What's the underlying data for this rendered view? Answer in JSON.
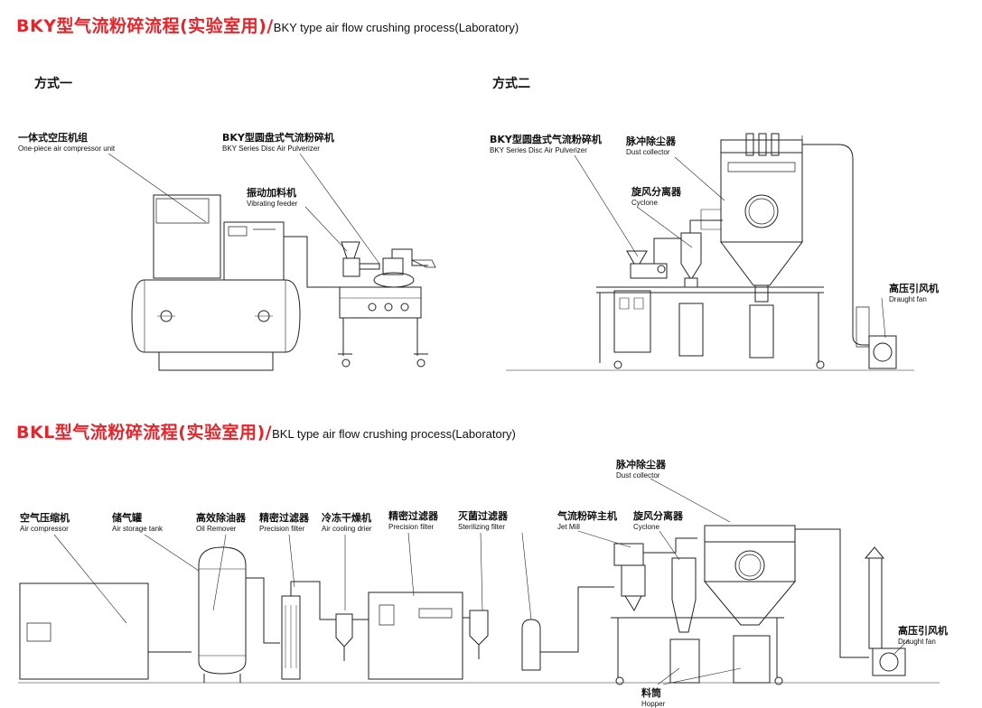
{
  "section1": {
    "title_zh": "BKY型气流粉碎流程(实验室用)/",
    "title_en": "BKY type air flow crushing process(Laboratory)",
    "method1": "方式一",
    "method2": "方式二",
    "m1_labels": [
      {
        "zh": "一体式空压机组",
        "en": "One-piece air compressor unit"
      },
      {
        "zh": "BKY型圆盘式气流粉碎机",
        "en": "BKY Series Disc   Air Pulverizer"
      },
      {
        "zh": "振动加料机",
        "en": "Vibrating feeder"
      }
    ],
    "m2_labels": [
      {
        "zh": "BKY型圆盘式气流粉碎机",
        "en": "BKY Series Disc   Air Pulverizer"
      },
      {
        "zh": "脉冲除尘器",
        "en": "Dust collector"
      },
      {
        "zh": "旋风分离器",
        "en": "Cyclone"
      },
      {
        "zh": "高压引风机",
        "en": "Draught fan"
      }
    ]
  },
  "section2": {
    "title_zh": "BKL型气流粉碎流程(实验室用)/",
    "title_en": "BKL type air flow crushing process(Laboratory)",
    "labels": [
      {
        "zh": "空气压缩机",
        "en": "Air compressor"
      },
      {
        "zh": "储气罐",
        "en": "Air storage tank"
      },
      {
        "zh": "高效除油器",
        "en": "Oil Remover"
      },
      {
        "zh": "精密过滤器",
        "en": "Precision filter"
      },
      {
        "zh": "冷冻干燥机",
        "en": "Air cooling drier"
      },
      {
        "zh": "精密过滤器",
        "en": "Precision filter"
      },
      {
        "zh": "灭菌过滤器",
        "en": "Sterilizing filter"
      },
      {
        "zh": "气流粉碎主机",
        "en": "Jet Mill"
      },
      {
        "zh": "旋风分离器",
        "en": "Cyclone"
      },
      {
        "zh": "脉冲除尘器",
        "en": "Dust collector"
      },
      {
        "zh": "高压引风机",
        "en": "Draught fan"
      },
      {
        "zh": "料筒",
        "en": "Hopper"
      }
    ]
  },
  "colors": {
    "title_red": "#e8242b",
    "line": "#222222"
  }
}
